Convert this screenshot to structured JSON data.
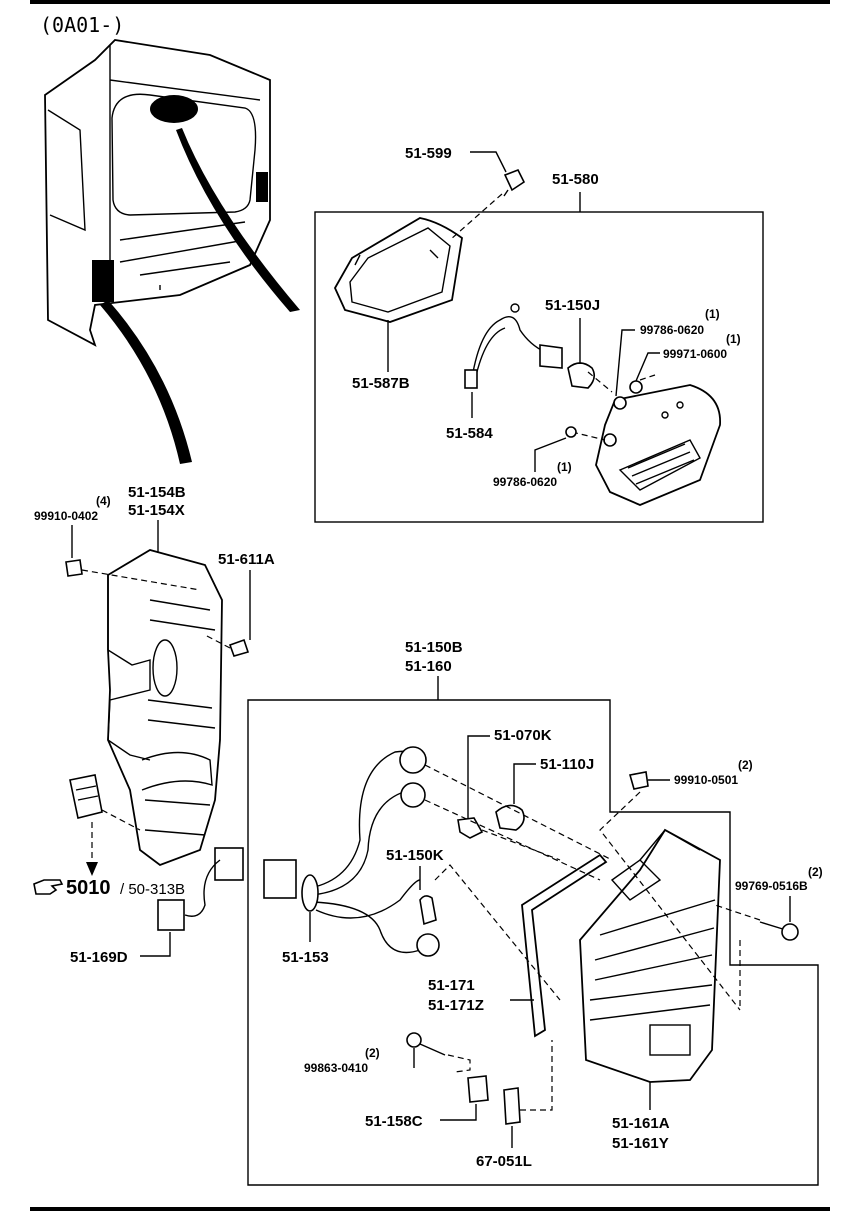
{
  "header_code": "(0A01-)",
  "colors": {
    "ink": "#000000",
    "paper": "#ffffff"
  },
  "reference_icon": "pointing-hand-icon",
  "labels": {
    "p51_599": "51-599",
    "p51_580": "51-580",
    "p51_587B": "51-587B",
    "p51_150J": "51-150J",
    "p99786_0620_top_qty": "(1)",
    "p99786_0620_top": "99786-0620",
    "p99971_0600_qty": "(1)",
    "p99971_0600": "99971-0600",
    "p51_584": "51-584",
    "p99786_0620_bot_qty": "(1)",
    "p99786_0620_bot": "99786-0620",
    "p99910_0402_qty": "(4)",
    "p99910_0402": "99910-0402",
    "p51_154B": "51-154B",
    "p51_154X": "51-154X",
    "p51_611A": "51-611A",
    "ref_5010": "5010",
    "ref_50_313B": "/ 50-313B",
    "p51_169D": "51-169D",
    "p51_150B": "51-150B",
    "p51_160": "51-160",
    "p51_070K": "51-070K",
    "p51_110J": "51-110J",
    "p99910_0501_qty": "(2)",
    "p99910_0501": "99910-0501",
    "p51_150K": "51-150K",
    "p99769_0516B_qty": "(2)",
    "p99769_0516B": "99769-0516B",
    "p51_153": "51-153",
    "p51_171": "51-171",
    "p51_171Z": "51-171Z",
    "p99863_0410_qty": "(2)",
    "p99863_0410": "99863-0410",
    "p51_158C": "51-158C",
    "p51_161A": "51-161A",
    "p51_161Y": "51-161Y",
    "p67_051L": "67-051L"
  }
}
